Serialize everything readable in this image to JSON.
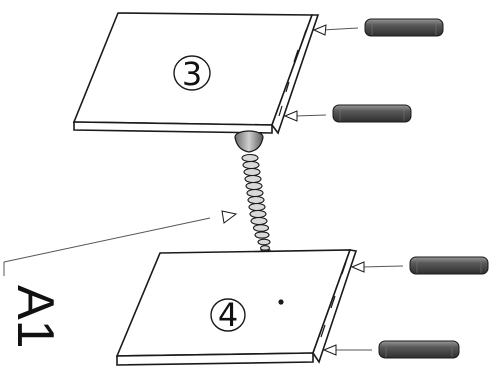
{
  "diagram": {
    "part_top_number": "3",
    "part_bottom_number": "4",
    "callout_label": "A1",
    "colors": {
      "line": "#1a1a1a",
      "panel_fill": "#ffffff",
      "dowel_fill": "#4a4a4a",
      "dowel_highlight": "#8a8a8a",
      "leader": "#555555"
    }
  }
}
